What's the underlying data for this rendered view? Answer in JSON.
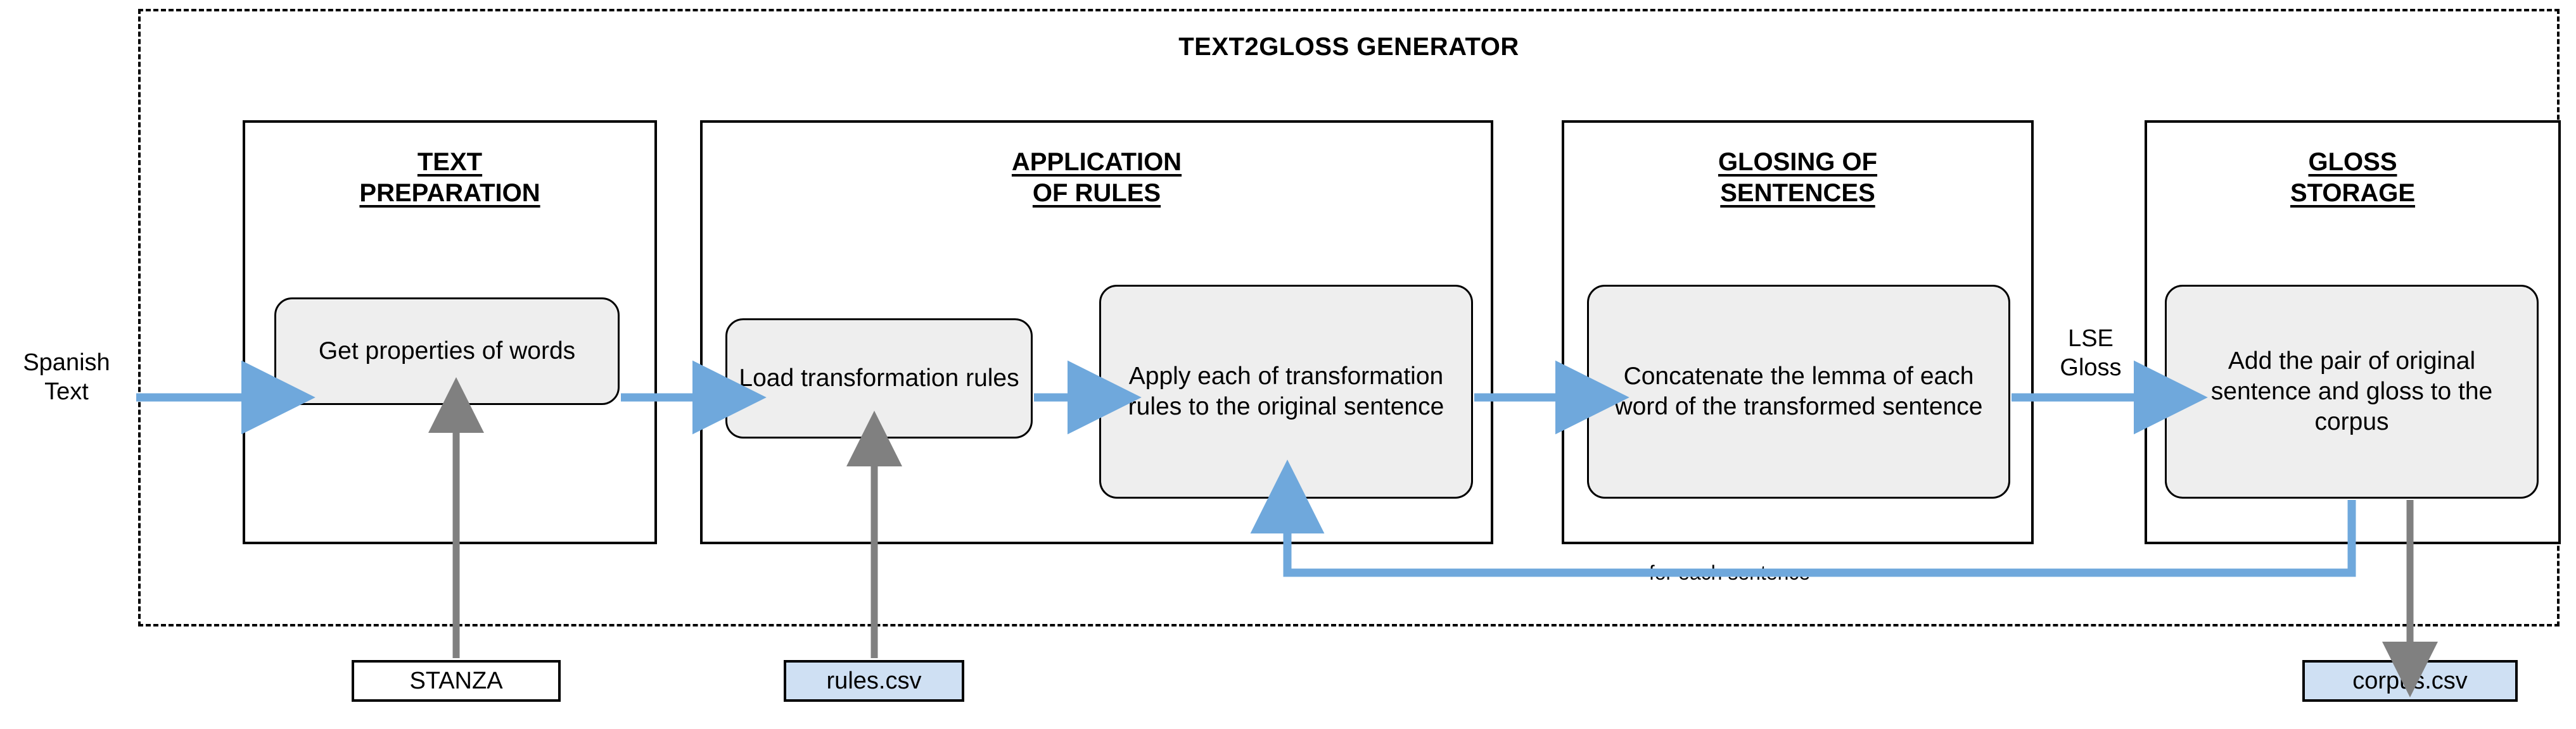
{
  "diagram": {
    "container_title": "TEXT2GLOSS GENERATOR",
    "input_label": "Spanish\nText",
    "input_label_line1": "Spanish",
    "input_label_line2": "Text",
    "feedback_label": "for each sentence",
    "edge_label_line1": "LSE",
    "edge_label_line2": "Gloss",
    "colors": {
      "arrow_blue": "#6fa8dc",
      "arrow_gray": "#808080",
      "process_fill": "#eeeeee",
      "artifact_blue_fill": "#cfe0f3",
      "border_black": "#000000"
    },
    "stages": [
      {
        "id": "text-preparation",
        "title_line1": "TEXT",
        "title_line2": "PREPARATION",
        "processes": [
          {
            "id": "get-properties-of-words",
            "text": "Get properties of words"
          }
        ]
      },
      {
        "id": "application-of-rules",
        "title_line1": "APPLICATION",
        "title_line2": "OF RULES",
        "processes": [
          {
            "id": "load-transformation-rules",
            "text": "Load transformation rules"
          },
          {
            "id": "apply-transformation-rules",
            "text": "Apply each of transformation rules to the original sentence"
          }
        ]
      },
      {
        "id": "glosing-of-sentences",
        "title_line1": "GLOSING OF",
        "title_line2": "SENTENCES",
        "processes": [
          {
            "id": "concatenate-lemmas",
            "text": "Concatenate the lemma of each word of the transformed sentence"
          }
        ]
      },
      {
        "id": "gloss-storage",
        "title_line1": "GLOSS",
        "title_line2": "STORAGE",
        "processes": [
          {
            "id": "add-pair-to-corpus",
            "text": "Add the pair of original sentence and gloss to the corpus"
          }
        ]
      }
    ],
    "artifacts": [
      {
        "id": "stanza",
        "label": "STANZA",
        "fill": "white"
      },
      {
        "id": "rules-csv",
        "label": "rules.csv",
        "fill": "blue"
      },
      {
        "id": "corpus-csv",
        "label": "corpus.csv",
        "fill": "blue"
      }
    ]
  }
}
